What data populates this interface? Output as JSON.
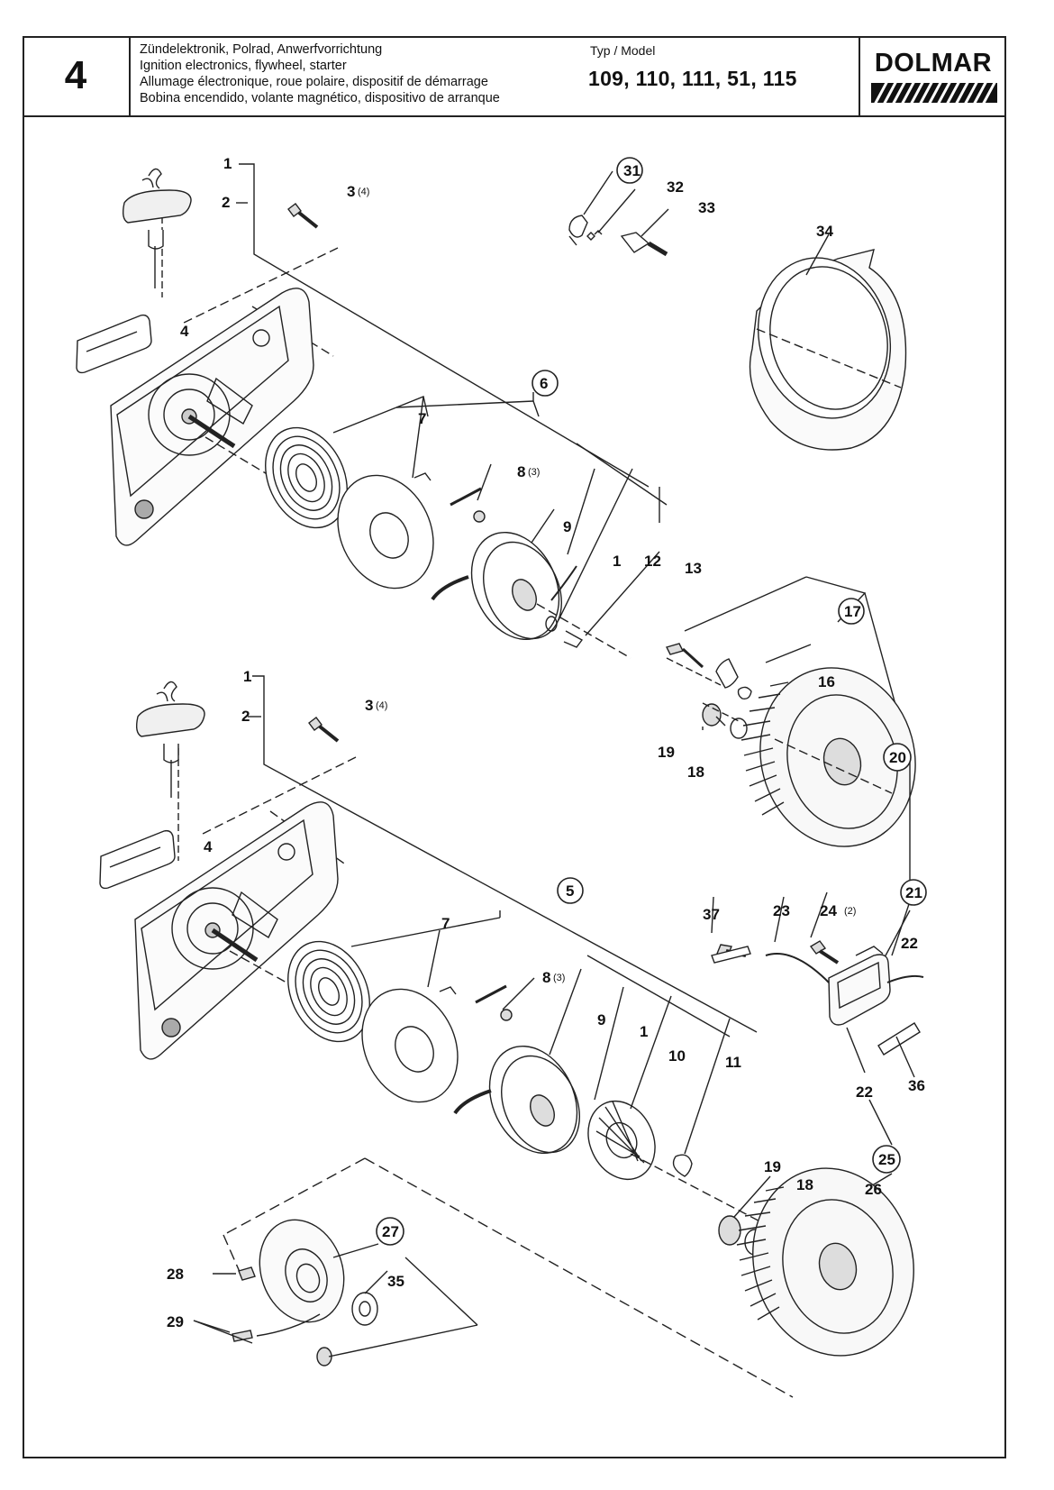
{
  "header": {
    "section_number": "4",
    "titles": [
      "Zündelektronik, Polrad, Anwerfvorrichtung",
      "Ignition electronics, flywheel, starter",
      "Allumage électronique, roue polaire, dispositif de démarrage",
      "Bobina encendido, volante magnético, dispositivo de arranque"
    ],
    "type_label": "Typ / Model",
    "models": "109, 110, 111, 51, 115",
    "brand": "DOLMAR"
  },
  "callouts": {
    "c1a": "1",
    "c2a": "2",
    "c3a": "3",
    "c3a_q": "(4)",
    "c4a": "4",
    "c6": "6",
    "c7a": "7",
    "c8a": "8",
    "c8a_q": "(3)",
    "c9a": "9",
    "c1b": "1",
    "c12": "12",
    "c13": "13",
    "c31": "31",
    "c32": "32",
    "c33": "33",
    "c34": "34",
    "c17": "17",
    "c16": "16",
    "c19a": "19",
    "c18a": "18",
    "c20": "20",
    "c1c": "1",
    "c2b": "2",
    "c3b": "3",
    "c3b_q": "(4)",
    "c4b": "4",
    "c5": "5",
    "c7b": "7",
    "c8b": "8",
    "c8b_q": "(3)",
    "c9b": "9",
    "c1d": "1",
    "c10": "10",
    "c11": "11",
    "c37": "37",
    "c23": "23",
    "c24": "24",
    "c24_q": "(2)",
    "c21": "21",
    "c22a": "22",
    "c22b": "22",
    "c36": "36",
    "c25": "25",
    "c26": "26",
    "c19b": "19",
    "c18b": "18",
    "c27": "27",
    "c28": "28",
    "c35": "35",
    "c29": "29"
  }
}
